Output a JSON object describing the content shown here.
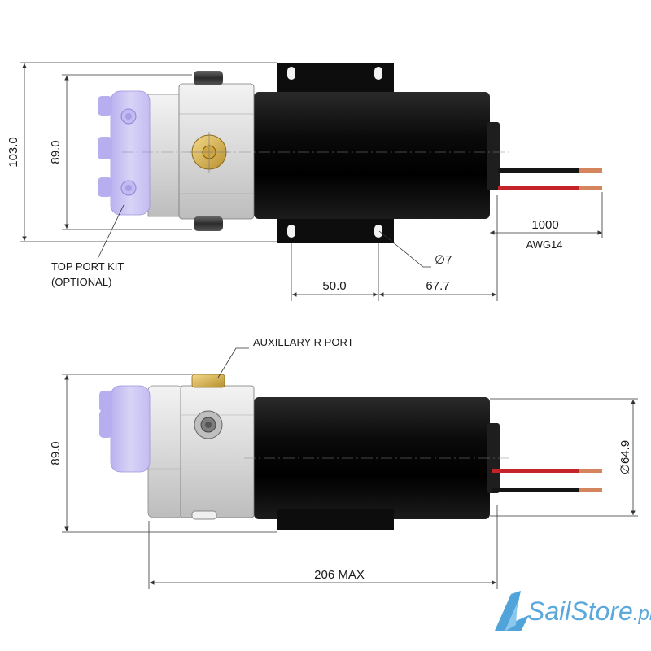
{
  "top_view": {
    "dim_height_outer": "103.0",
    "dim_height_inner": "89.0",
    "dim_mount_spacing": "50.0",
    "dim_mount_to_end": "67.7",
    "dim_hole": "∅7",
    "dim_cable_length": "1000",
    "cable_gauge": "AWG14",
    "callout_top_port_line1": "TOP PORT KIT",
    "callout_top_port_line2": "(OPTIONAL)"
  },
  "side_view": {
    "dim_height": "89.0",
    "dim_motor_diameter": "∅64.9",
    "dim_overall_length": "206 MAX",
    "callout_aux_port": "AUXILLARY R PORT"
  },
  "watermark": {
    "brand_main": "SailStore",
    "brand_suffix": ".pl"
  },
  "colors": {
    "port_kit": "#c9c3f2",
    "motor_body": "#0f0f0f",
    "pump_body": "#dcdcdc",
    "brass_port": "#d8b24a",
    "wire_red": "#c4232a",
    "wire_black": "#151515",
    "wire_tip": "#d4855e",
    "logo_blue": "#3e9ad6"
  }
}
